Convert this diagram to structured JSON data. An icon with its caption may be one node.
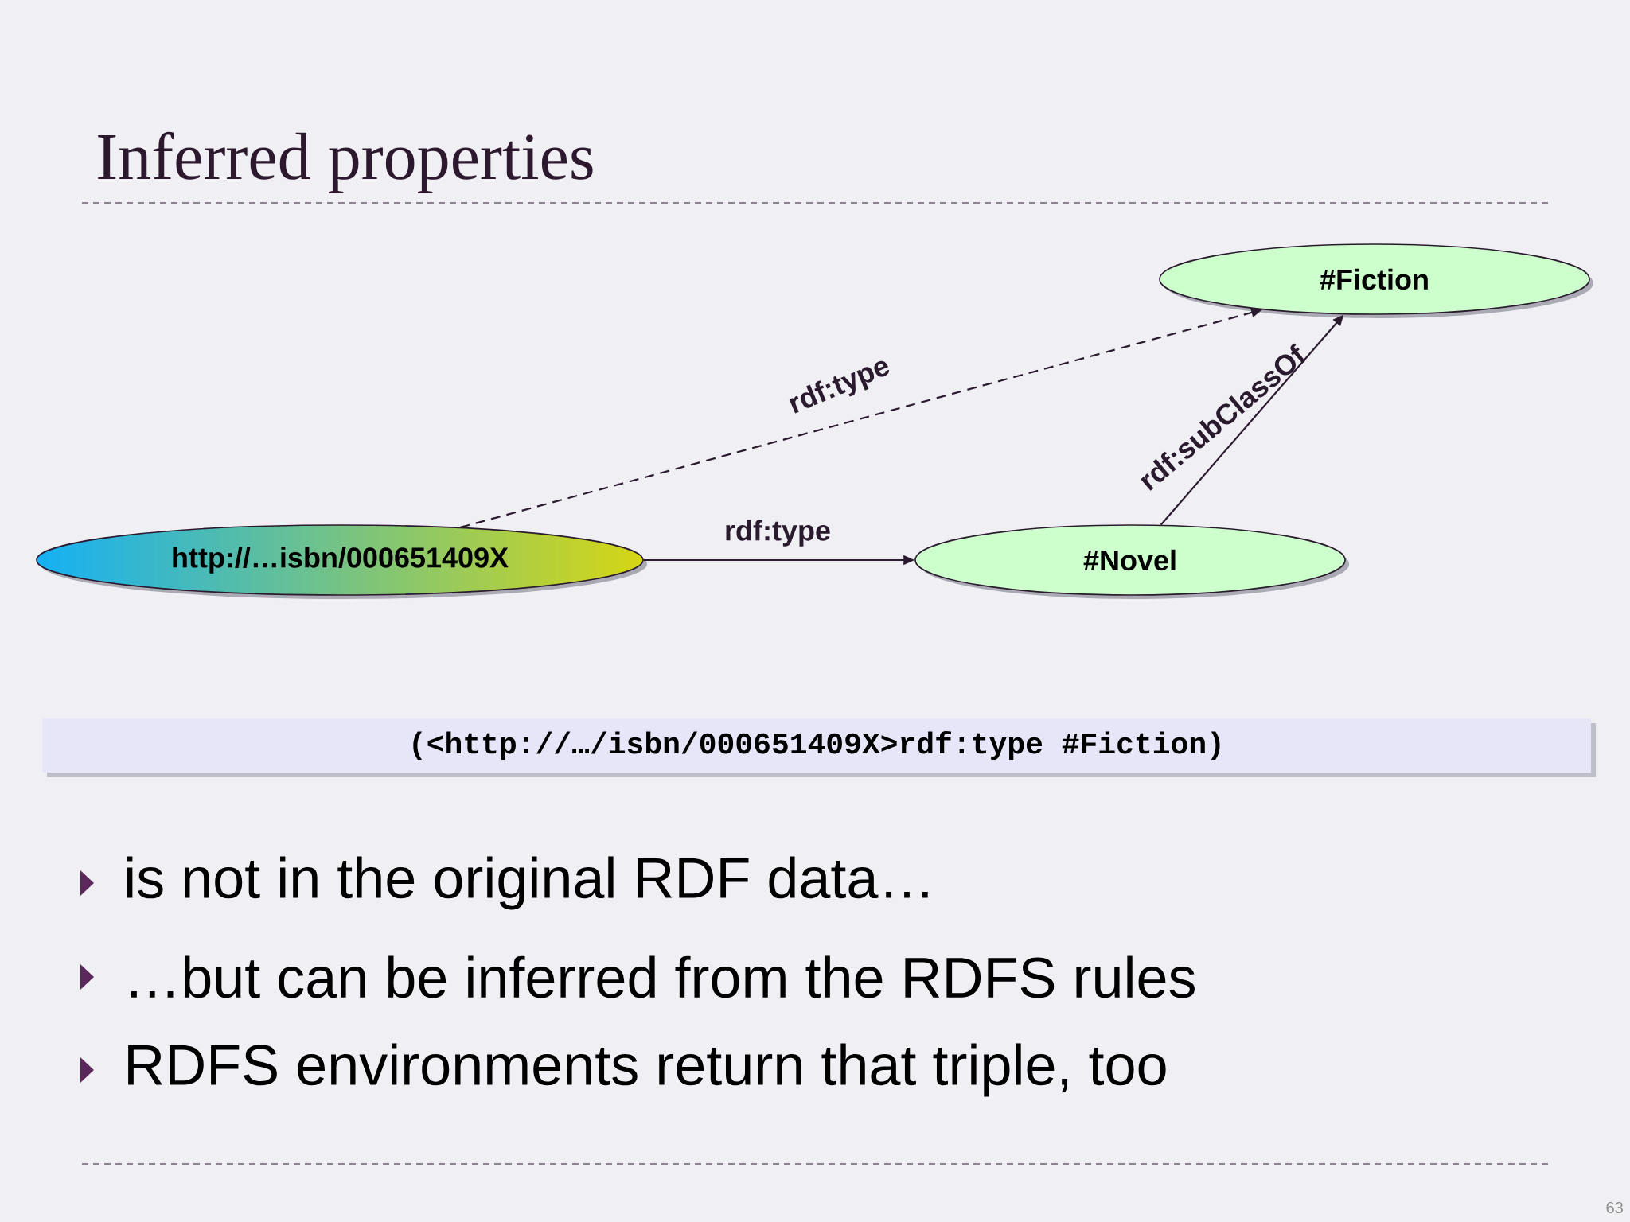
{
  "diagram": {
    "title": "Inferred properties",
    "nodes": [
      {
        "text": [
          "http://…isbn/000651409X"
        ]
      },
      {
        "text": [
          "#Novel"
        ]
      },
      {
        "text": [
          "#Fiction"
        ]
      },
      {
        "text": [
          "(<http://…/isbn/000651409X>rdf:type #Fiction)"
        ]
      }
    ],
    "edges": [
      {
        "from": 0,
        "to": 1,
        "arrow": "to",
        "label": "rdf:type"
      },
      {
        "from": 1,
        "to": 2,
        "arrow": "to",
        "label": "rdf:subClassOf"
      },
      {
        "from": 0,
        "to": 2,
        "arrow": "to",
        "label": "rdf:type",
        "style": "dashed"
      }
    ],
    "labels": [
      "is not in the original RDF data…",
      "…but can be inferred from the RDFS rules",
      "RDFS environments return that triple, too",
      "63"
    ]
  }
}
